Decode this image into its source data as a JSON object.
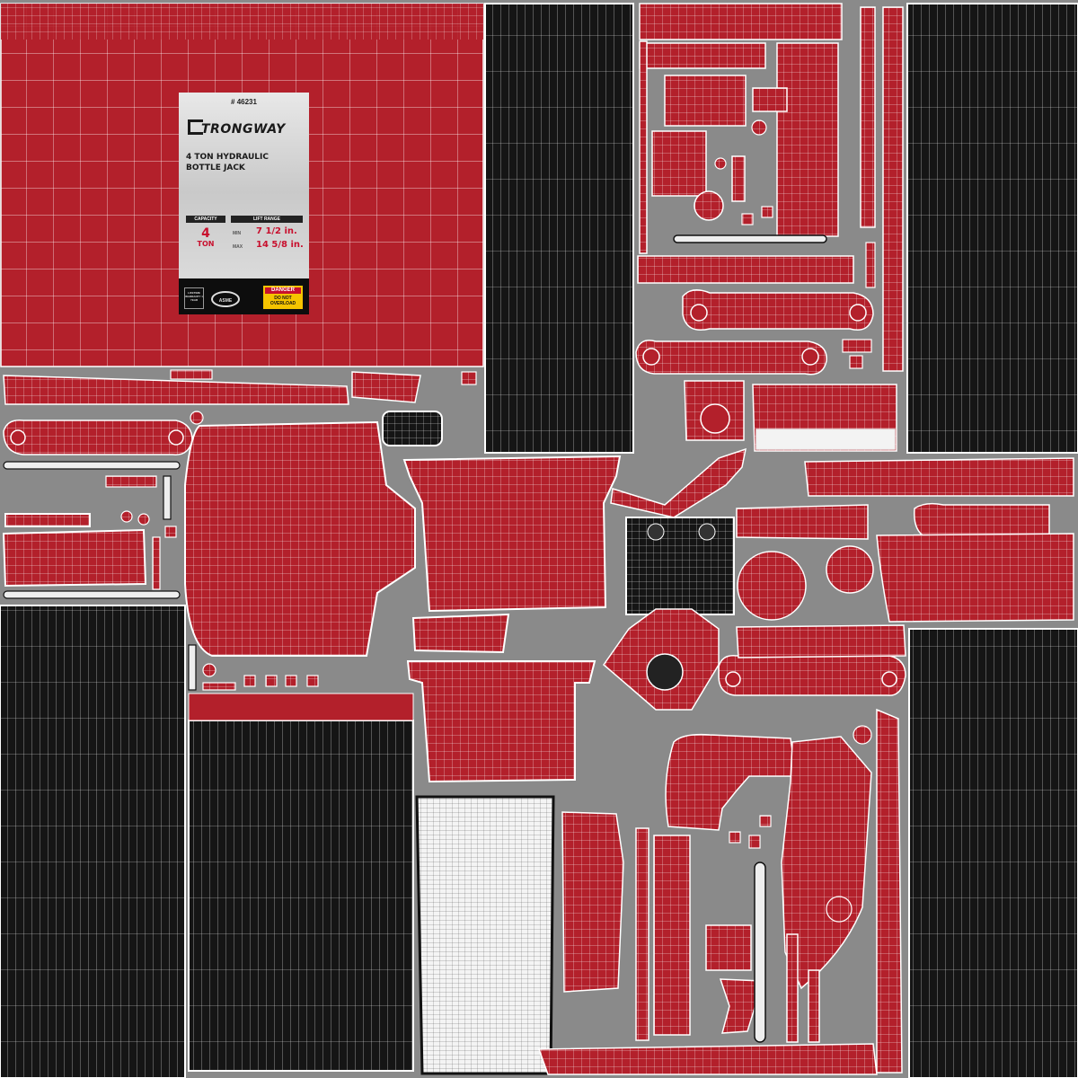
{
  "colors": {
    "background": "#8a8a8a",
    "red": "#b3202b",
    "dark": "#151515",
    "white": "#f3f3f3",
    "wire": "#ffffff"
  },
  "label": {
    "part_number": "# 46231",
    "brand": "TRONGWAY",
    "product": "4 TON HYDRAULIC\nBOTTLE JACK",
    "capacity_header": "CAPACITY",
    "capacity_value": "4",
    "capacity_unit": "TON",
    "lift_header": "LIFT RANGE",
    "min_label": "MIN",
    "min_value": "7 1/2 in.",
    "max_label": "MAX",
    "max_value": "14 5/8 in.",
    "badge_text": "LIFETIME WARRANTY 1 YEAR",
    "asme_text": "ASME PALD",
    "danger_head": "DANGER",
    "danger_body": "DO NOT OVERLOAD"
  }
}
